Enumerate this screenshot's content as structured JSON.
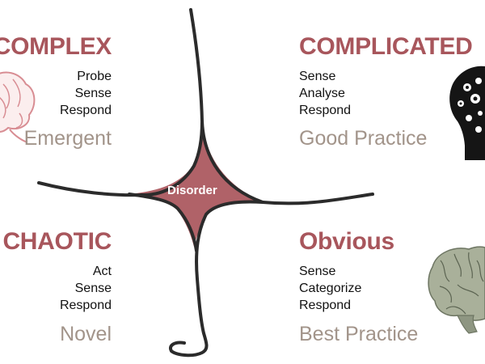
{
  "colors": {
    "title": "#a8565c",
    "practice": "#a2948a",
    "text": "#111111",
    "boundary": "#2b2b2b",
    "disorder_fill": "#b06268"
  },
  "domains": {
    "complex": {
      "title": "COMPLEX",
      "steps": [
        "Probe",
        "Sense",
        "Respond"
      ],
      "practice": "Emergent",
      "icon": "brain-outline-icon"
    },
    "complicated": {
      "title": "COMPLICATED",
      "steps": [
        "Sense",
        "Analyse",
        "Respond"
      ],
      "practice": "Good Practice",
      "icon": "head-with-gears-icon"
    },
    "chaotic": {
      "title": "CHAOTIC",
      "steps": [
        "Act",
        "Sense",
        "Respond"
      ],
      "practice": "Novel"
    },
    "obvious": {
      "title": "Obvious",
      "steps": [
        "Sense",
        "Categorize",
        "Respond"
      ],
      "practice": "Best Practice",
      "icon": "money-brain-icon"
    }
  },
  "center": {
    "label": "Disorder"
  }
}
